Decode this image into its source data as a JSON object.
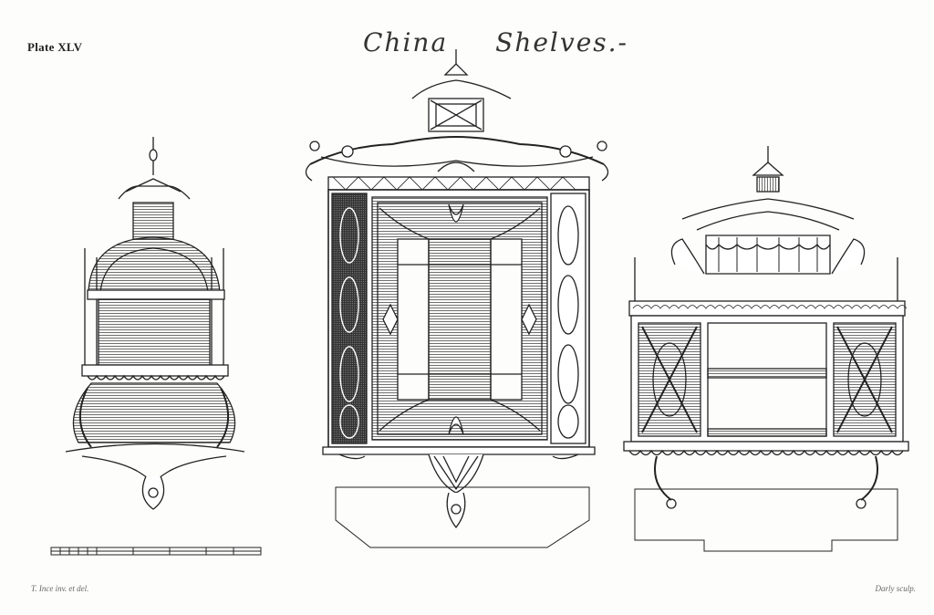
{
  "plate": {
    "label": "Plate XLV",
    "title_word1": "China",
    "title_word2": "Shelves.-",
    "inventor_credit": "T. Ince inv. et del.",
    "engraver_credit": "Darly sculp."
  },
  "colors": {
    "paper": "#fdfdfb",
    "ink": "#222222"
  }
}
